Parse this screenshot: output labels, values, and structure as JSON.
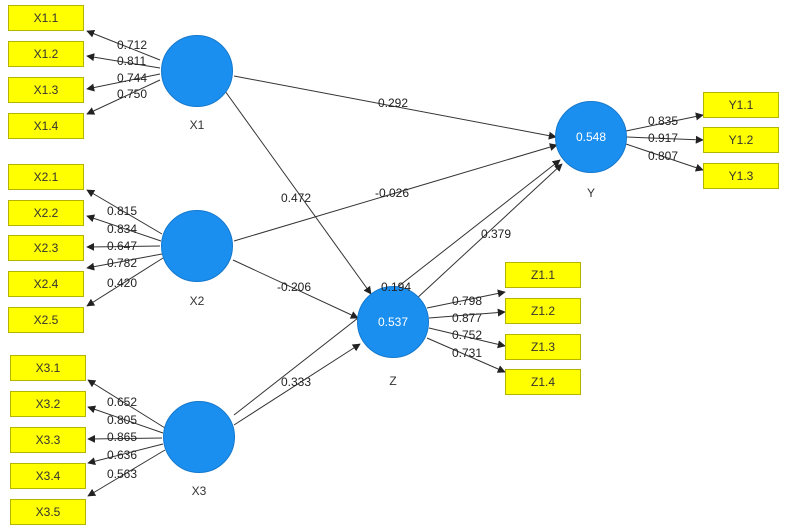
{
  "constructs": {
    "X1": {
      "name": "X1",
      "value": ""
    },
    "X2": {
      "name": "X2",
      "value": ""
    },
    "X3": {
      "name": "X3",
      "value": ""
    },
    "Y": {
      "name": "Y",
      "value": "0.548"
    },
    "Z": {
      "name": "Z",
      "value": "0.537"
    }
  },
  "indicators": {
    "X1": [
      "X1.1",
      "X1.2",
      "X1.3",
      "X1.4"
    ],
    "X2": [
      "X2.1",
      "X2.2",
      "X2.3",
      "X2.4",
      "X2.5"
    ],
    "X3": [
      "X3.1",
      "X3.2",
      "X3.3",
      "X3.4",
      "X3.5"
    ],
    "Y": [
      "Y1.1",
      "Y1.2",
      "Y1.3"
    ],
    "Z": [
      "Z1.1",
      "Z1.2",
      "Z1.3",
      "Z1.4"
    ]
  },
  "loadings": {
    "X1": [
      "0.712",
      "0.811",
      "0.744",
      "0.750"
    ],
    "X2": [
      "0.815",
      "0.834",
      "0.647",
      "0.782",
      "0.420"
    ],
    "X3": [
      "0.652",
      "0.805",
      "0.865",
      "0.636",
      "0.563"
    ],
    "Y": [
      "0.835",
      "0.917",
      "0.807"
    ],
    "Z": [
      "0.798",
      "0.877",
      "0.752",
      "0.731"
    ]
  },
  "paths": {
    "X1_Y": "0.292",
    "X1_Z": "0.472",
    "X2_Y": "-0.026",
    "X2_Z": "-0.206",
    "X3_Y": "0.379",
    "X3_Z": "0.333",
    "Z_Y": "0.194"
  },
  "colors": {
    "construct_fill": "#1b8ff0",
    "indicator_fill": "#ffff00",
    "line": "#333333"
  }
}
